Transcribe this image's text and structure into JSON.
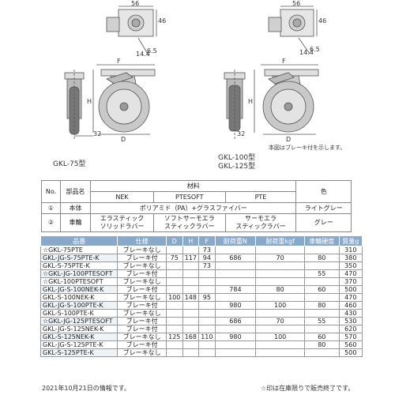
{
  "drawings": {
    "left_labels": {
      "top_width": "56",
      "side_a": "46",
      "side_b": "6.5",
      "hole": "14.4",
      "f": "F",
      "h": "H",
      "d": "D",
      "offset": "32",
      "model": "GKL-75型"
    },
    "right_labels": {
      "top_width": "56",
      "side_a": "46",
      "side_b": "6.5",
      "hole": "14.4",
      "f": "F",
      "h": "H",
      "d": "D",
      "offset": "32",
      "note": "本図はブレーキ付を示します。",
      "model_a": "GKL-100型",
      "model_b": "GKL-125型"
    }
  },
  "materials": {
    "headers": {
      "no": "No.",
      "part": "部品名",
      "material": "材料",
      "color": "色",
      "nek": "NEK",
      "ptesoft": "PTESOFT",
      "pte": "PTE"
    },
    "rows": [
      {
        "no": "①",
        "part": "本体",
        "material": "ポリアミド（PA）+グラスファイバー",
        "color": "ライトグレー"
      },
      {
        "no": "②",
        "part": "車輪",
        "nek_1": "エラスティック",
        "nek_2": "ソリッドラバー",
        "ptesoft_1": "ソフトサーモエラ",
        "ptesoft_2": "スティックラバー",
        "pte_1": "サーモエラ",
        "pte_2": "スティックラバー",
        "color": "グレー"
      }
    ]
  },
  "spec": {
    "headers": [
      "品番",
      "仕様",
      "D",
      "H",
      "F",
      "耐荷重N",
      "耐荷重kgf",
      "車輪硬度",
      "質量g"
    ],
    "rows": [
      [
        "☆GKL-75PTE",
        "ブレーキなし",
        "",
        "",
        "73",
        "",
        "",
        "",
        "310"
      ],
      [
        "GKL-JG-S-75PTE-K",
        "ブレーキ付",
        "75",
        "117",
        "94",
        "686",
        "70",
        "80",
        "380"
      ],
      [
        "GKL-S-75PTE-K",
        "ブレーキなし",
        "",
        "",
        "73",
        "",
        "",
        "",
        "350"
      ],
      [
        "☆GKL-JG-100PTESOFT",
        "ブレーキ付",
        "",
        "",
        "",
        "",
        "",
        "55",
        "470"
      ],
      [
        "☆GKL-100PTESOFT",
        "ブレーキなし",
        "",
        "",
        "",
        "",
        "",
        "",
        "370"
      ],
      [
        "GKL-JG-S-100NEK-K",
        "ブレーキ付",
        "",
        "",
        "",
        "784",
        "80",
        "60",
        "500"
      ],
      [
        "GKL-S-100NEK-K",
        "ブレーキなし",
        "100",
        "148",
        "95",
        "",
        "",
        "",
        "470"
      ],
      [
        "GKL-JG-S-100PTE-K",
        "ブレーキ付",
        "",
        "",
        "",
        "980",
        "100",
        "80",
        "460"
      ],
      [
        "GKL-S-100PTE-K",
        "ブレーキなし",
        "",
        "",
        "",
        "",
        "",
        "",
        "430"
      ],
      [
        "☆GKL-JG-125PTESOFT",
        "ブレーキ付",
        "",
        "",
        "",
        "686",
        "70",
        "55",
        "530"
      ],
      [
        "GKL-JG-S-125NEK-K",
        "ブレーキ付",
        "",
        "",
        "",
        "",
        "",
        "",
        "620"
      ],
      [
        "GKL-S-125NEK-K",
        "ブレーキなし",
        "125",
        "168",
        "110",
        "980",
        "100",
        "60",
        "570"
      ],
      [
        "GKL-JG-S-125PTE-K",
        "ブレーキ付",
        "",
        "",
        "",
        "",
        "",
        "80",
        "560"
      ],
      [
        "GKL-S-125PTE-K",
        "ブレーキなし",
        "",
        "",
        "",
        "",
        "",
        "",
        "500"
      ]
    ]
  },
  "footer": {
    "date": "2021年10月21日の情報です。",
    "note": "☆印は在庫限りで販売終了です。"
  }
}
